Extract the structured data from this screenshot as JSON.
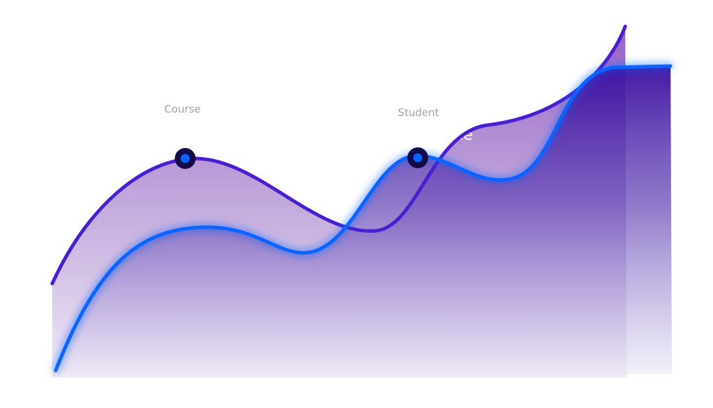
{
  "chart_data": {
    "type": "area",
    "title": "",
    "xlabel": "",
    "ylabel": "",
    "grid": false,
    "annotations": [
      {
        "label": "Course"
      },
      {
        "label": "Student"
      },
      {
        "label": "Income"
      }
    ],
    "series": [
      {
        "color": "#4a1fcf"
      },
      {
        "color": "#0a63ff"
      }
    ]
  },
  "colors": {
    "purple_line": "#4a1fcf",
    "blue_line": "#0a63ff",
    "marker_ring": "#140b4a",
    "marker_dot": "#0a63ff"
  }
}
